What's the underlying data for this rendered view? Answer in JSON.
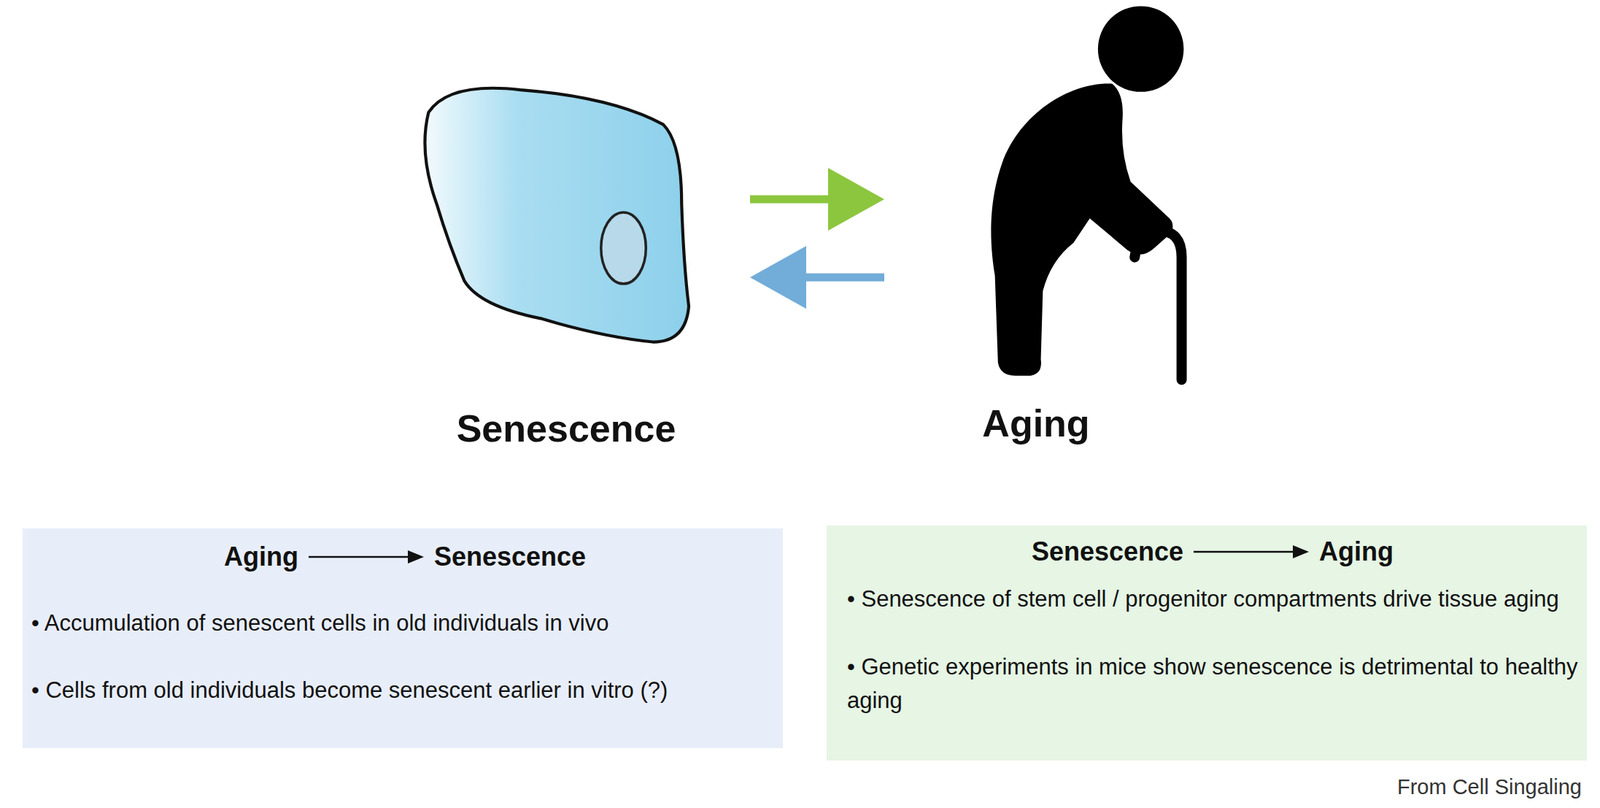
{
  "diagram": {
    "nodes": [
      {
        "text": [
          "Senescence"
        ]
      },
      {
        "text": [
          "Aging"
        ]
      },
      {
        "text": [
          "Aging",
          "Senescence",
          "• Accumulation of senescent cells in old individuals in vivo",
          "• Cells from old individuals become senescent earlier in vitro (?)"
        ]
      },
      {
        "text": [
          "Senescence",
          "Aging",
          "• Senescence of stem cell / progenitor compartments drive tissue aging",
          "• Genetic experiments in mice show senescence is detrimental to healthy aging"
        ]
      }
    ],
    "edges": [
      {
        "from": 0,
        "to": 1,
        "arrow": "to"
      },
      {
        "from": 1,
        "to": 0,
        "arrow": "to"
      }
    ],
    "labels": [
      "From Cell Singaling"
    ]
  }
}
